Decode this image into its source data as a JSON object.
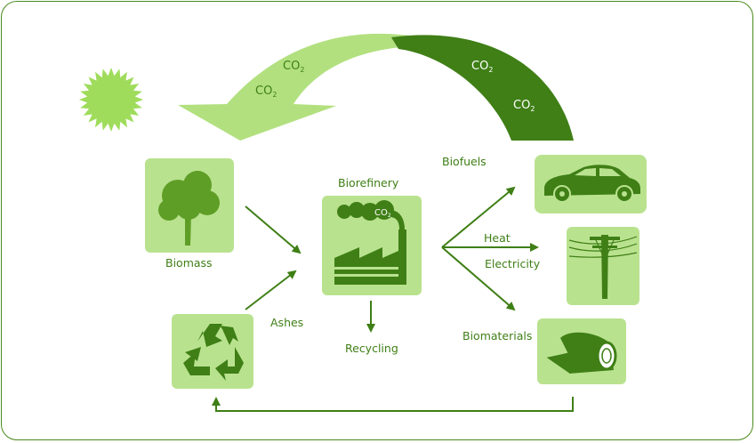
{
  "colors": {
    "dark_green": "#3f7f16",
    "mid_green": "#5f9e26",
    "light_green": "#aee07a",
    "panel_green": "#b9e28f",
    "sun_green": "#9fdc5c",
    "white": "#ffffff"
  },
  "labels": {
    "biomass": "Biomass",
    "biorefinery": "Biorefinery",
    "biofuels": "Biofuels",
    "heat": "Heat",
    "electricity": "Electricity",
    "biomaterials": "Biomaterials",
    "ashes": "Ashes",
    "recycling": "Recycling"
  },
  "co2": {
    "base": "CO",
    "sub": "2"
  },
  "icons": {
    "sun": "sun-icon",
    "tree": "tree-icon",
    "factory": "factory-icon",
    "car": "car-icon",
    "power_pole": "power-pole-icon",
    "roll": "material-roll-icon",
    "recycle": "recycle-icon"
  }
}
